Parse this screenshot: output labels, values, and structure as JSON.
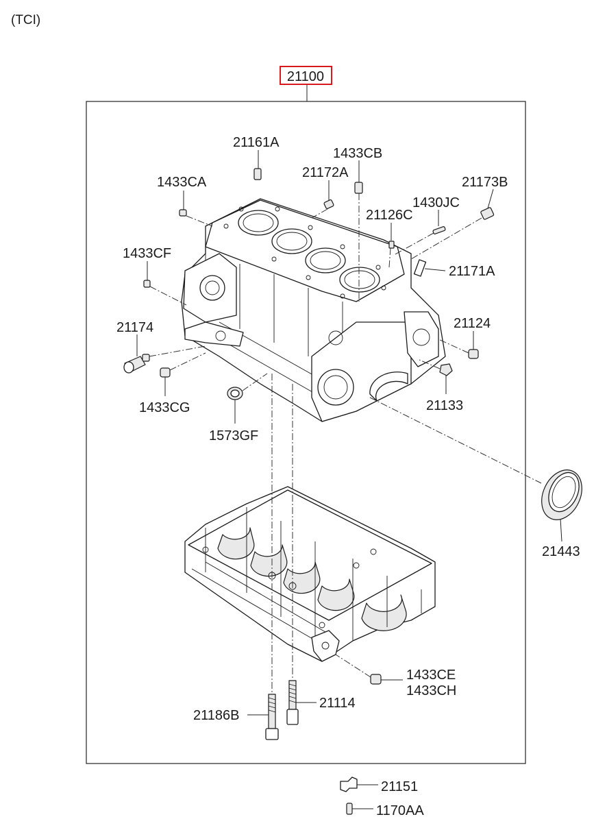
{
  "header": {
    "variant": "(TCI)"
  },
  "assembly": {
    "number": "21100",
    "highlight_color": "#d9181e"
  },
  "labels": {
    "p21161A": "21161A",
    "p1433CB": "1433CB",
    "p1433CA": "1433CA",
    "p21172A": "21172A",
    "p21173B": "21173B",
    "p1430JC": "1430JC",
    "p21126C": "21126C",
    "p1433CF": "1433CF",
    "p21171A": "21171A",
    "p21174": "21174",
    "p21124": "21124",
    "p1433CG": "1433CG",
    "p21133": "21133",
    "p1573GF": "1573GF",
    "p21443": "21443",
    "p1433CE": "1433CE",
    "p1433CH": "1433CH",
    "p21114": "21114",
    "p21186B": "21186B",
    "p21151": "21151",
    "p1170AA": "1170AA"
  },
  "illustrations": {
    "cylinder_block": "cylinder-block",
    "lower_crankcase": "lower-crankcase-ladder-frame",
    "rear_oil_seal": "rear-oil-seal",
    "bolts": "bolt"
  }
}
